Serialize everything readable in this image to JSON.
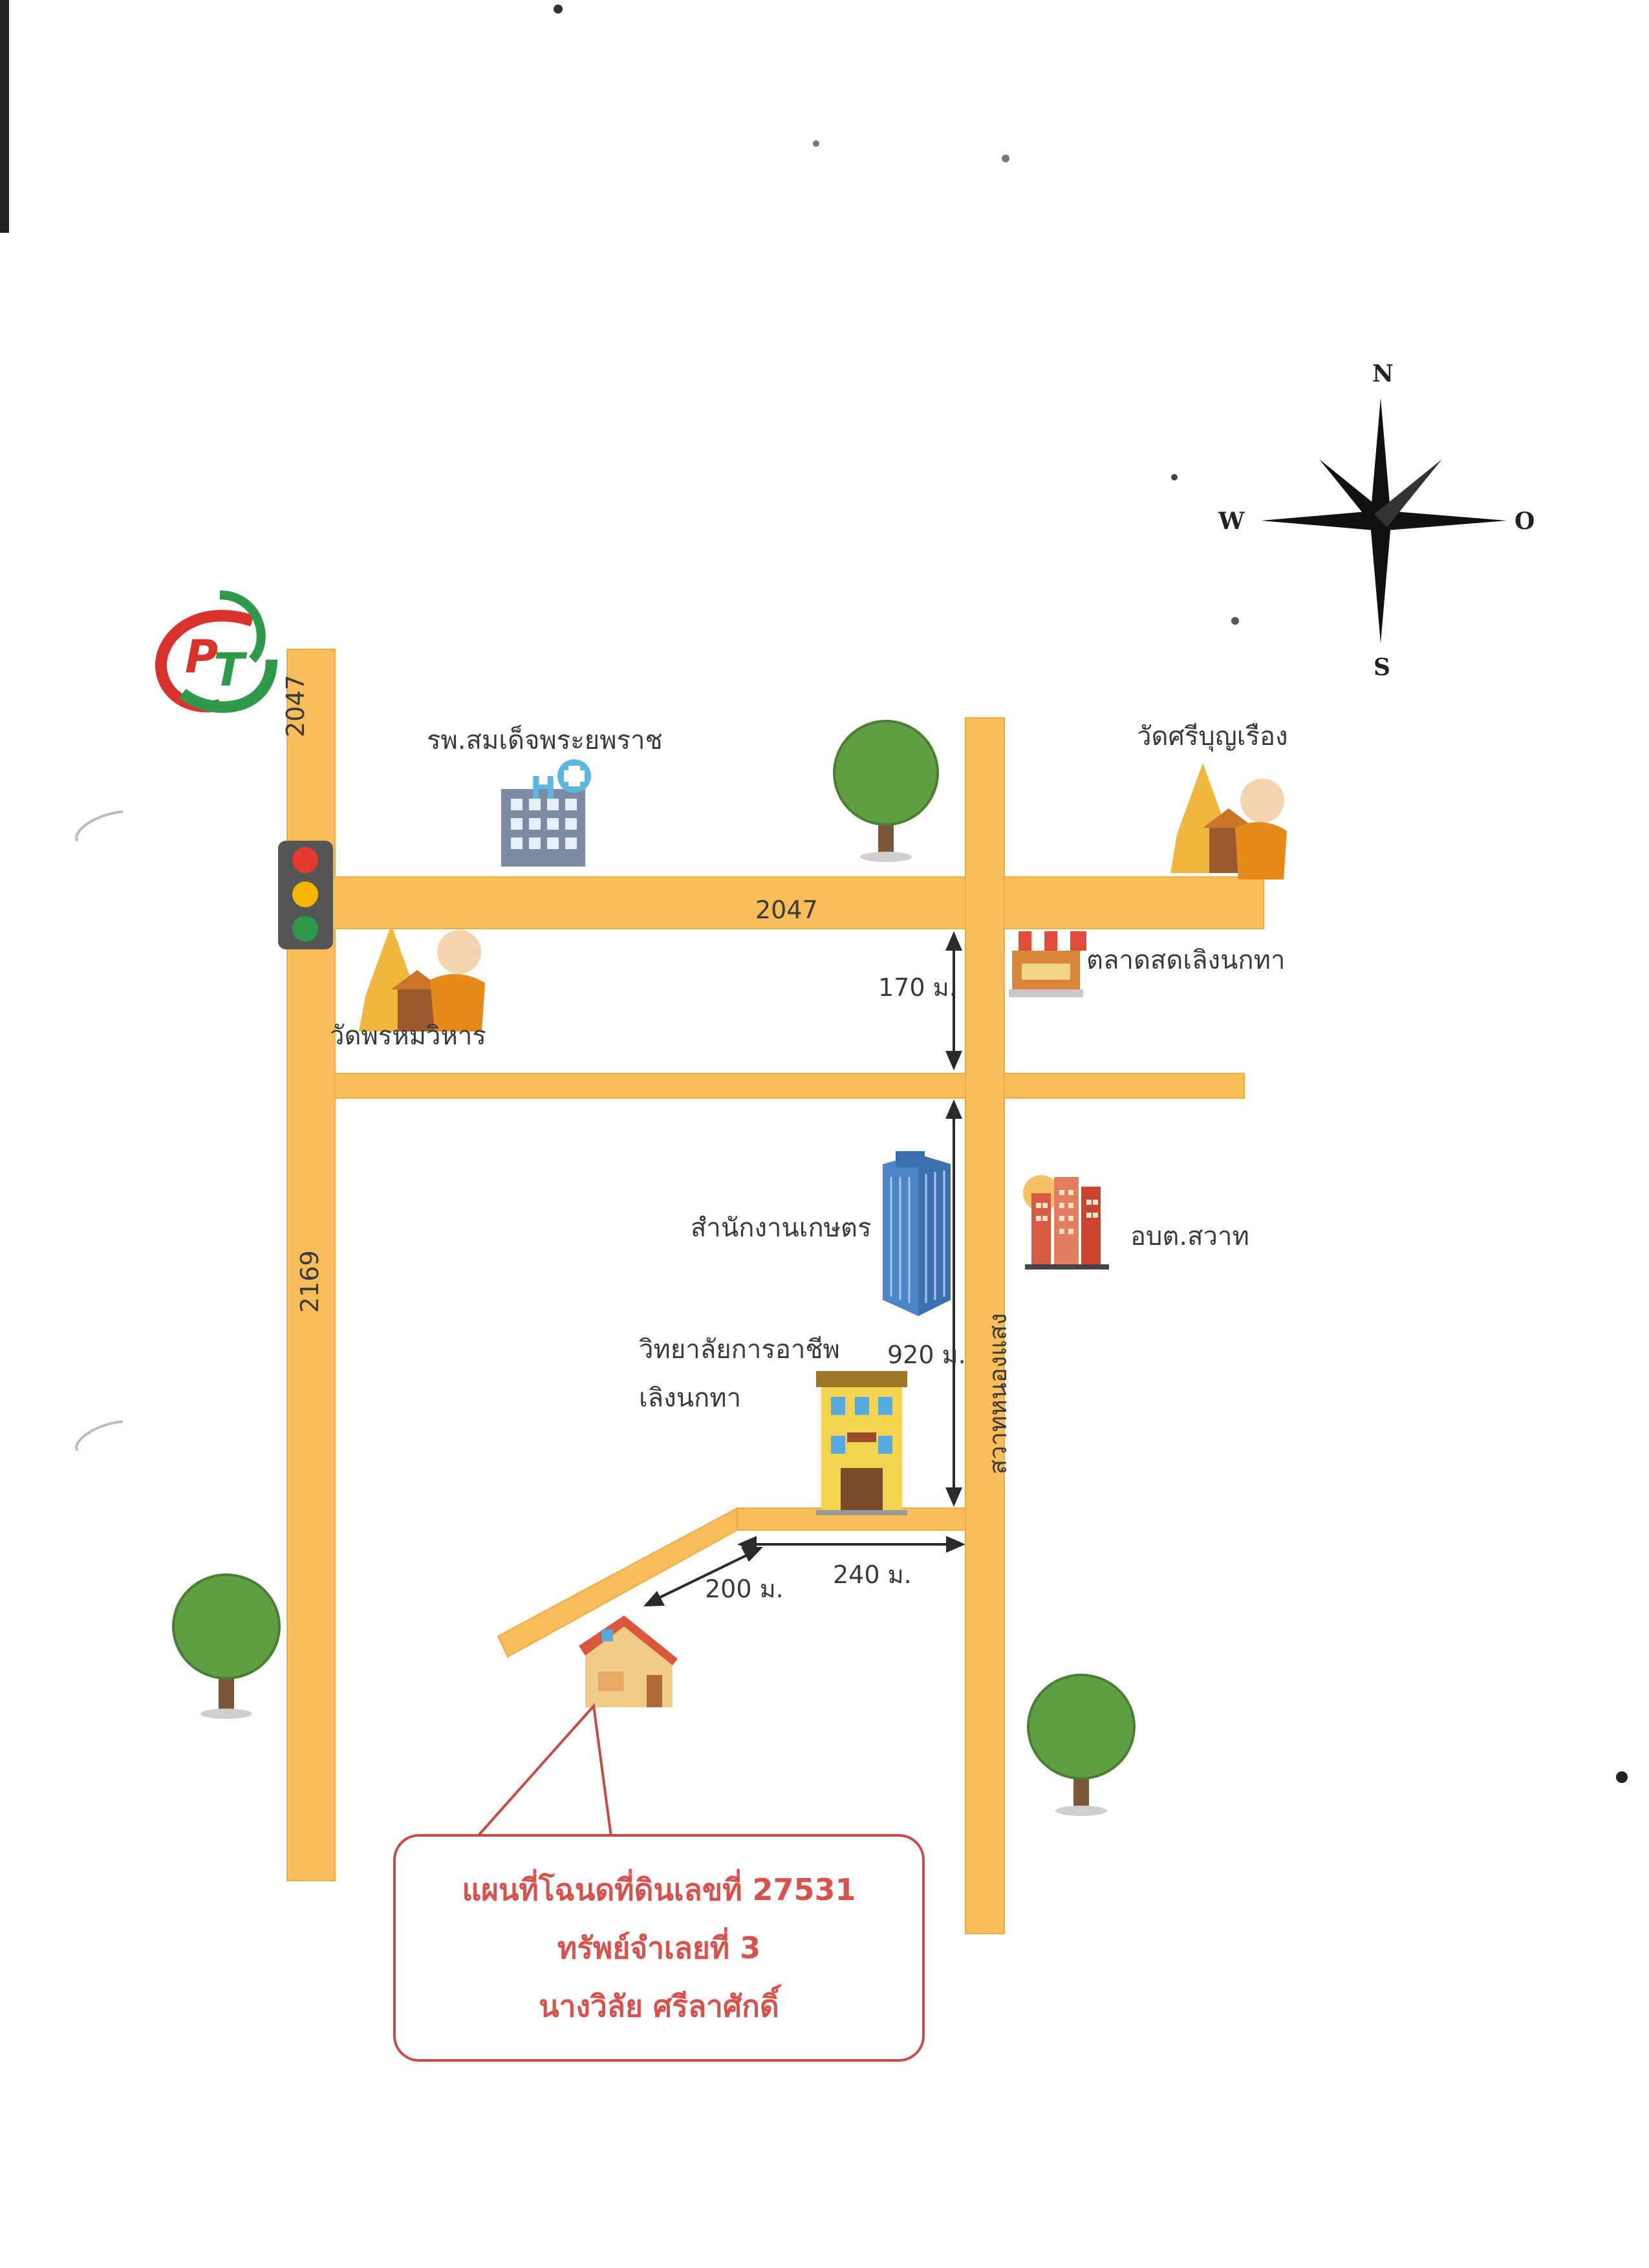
{
  "logo": {
    "text": "PT",
    "colors": {
      "green": "#2f9a4a",
      "red": "#d8322c"
    }
  },
  "compass": {
    "north": "N",
    "south": "S",
    "west": "W",
    "east": "O"
  },
  "roads": {
    "left_top_label": "2047",
    "left_vertical_label": "2169",
    "top_horizontal_label": "2047",
    "right_vertical_label": "สวาทหนองแสง"
  },
  "landmarks": {
    "hospital": "รพ.สมเด็จพระยพราช",
    "temple_right": "วัดศรีบุญเรือง",
    "temple_left": "วัดพรหมวิหาร",
    "market": "ตลาดสดเลิงนกทา",
    "agri_office": "สำนักงานเกษตร",
    "sao_office": "อบต.สวาท",
    "college_line1": "วิทยาลัยการอาชีพ",
    "college_line2": "เลิงนกทา"
  },
  "distances": {
    "d170": "170 ม.",
    "d920": "920 ม.",
    "d240": "240 ม.",
    "d200": "200 ม."
  },
  "caption": {
    "line1": "แผนที่โฉนดที่ดินเลขที่ 27531",
    "line2": "ทรัพย์จำเลยที่ 3",
    "line3": "นางวิลัย  ศรีลาศักดิ์"
  },
  "colors": {
    "road": "#f7bd58",
    "road_stroke": "#e9ad46",
    "caption": "#d7524c",
    "tree": "#5f9e43",
    "trunk": "#7b5638"
  }
}
